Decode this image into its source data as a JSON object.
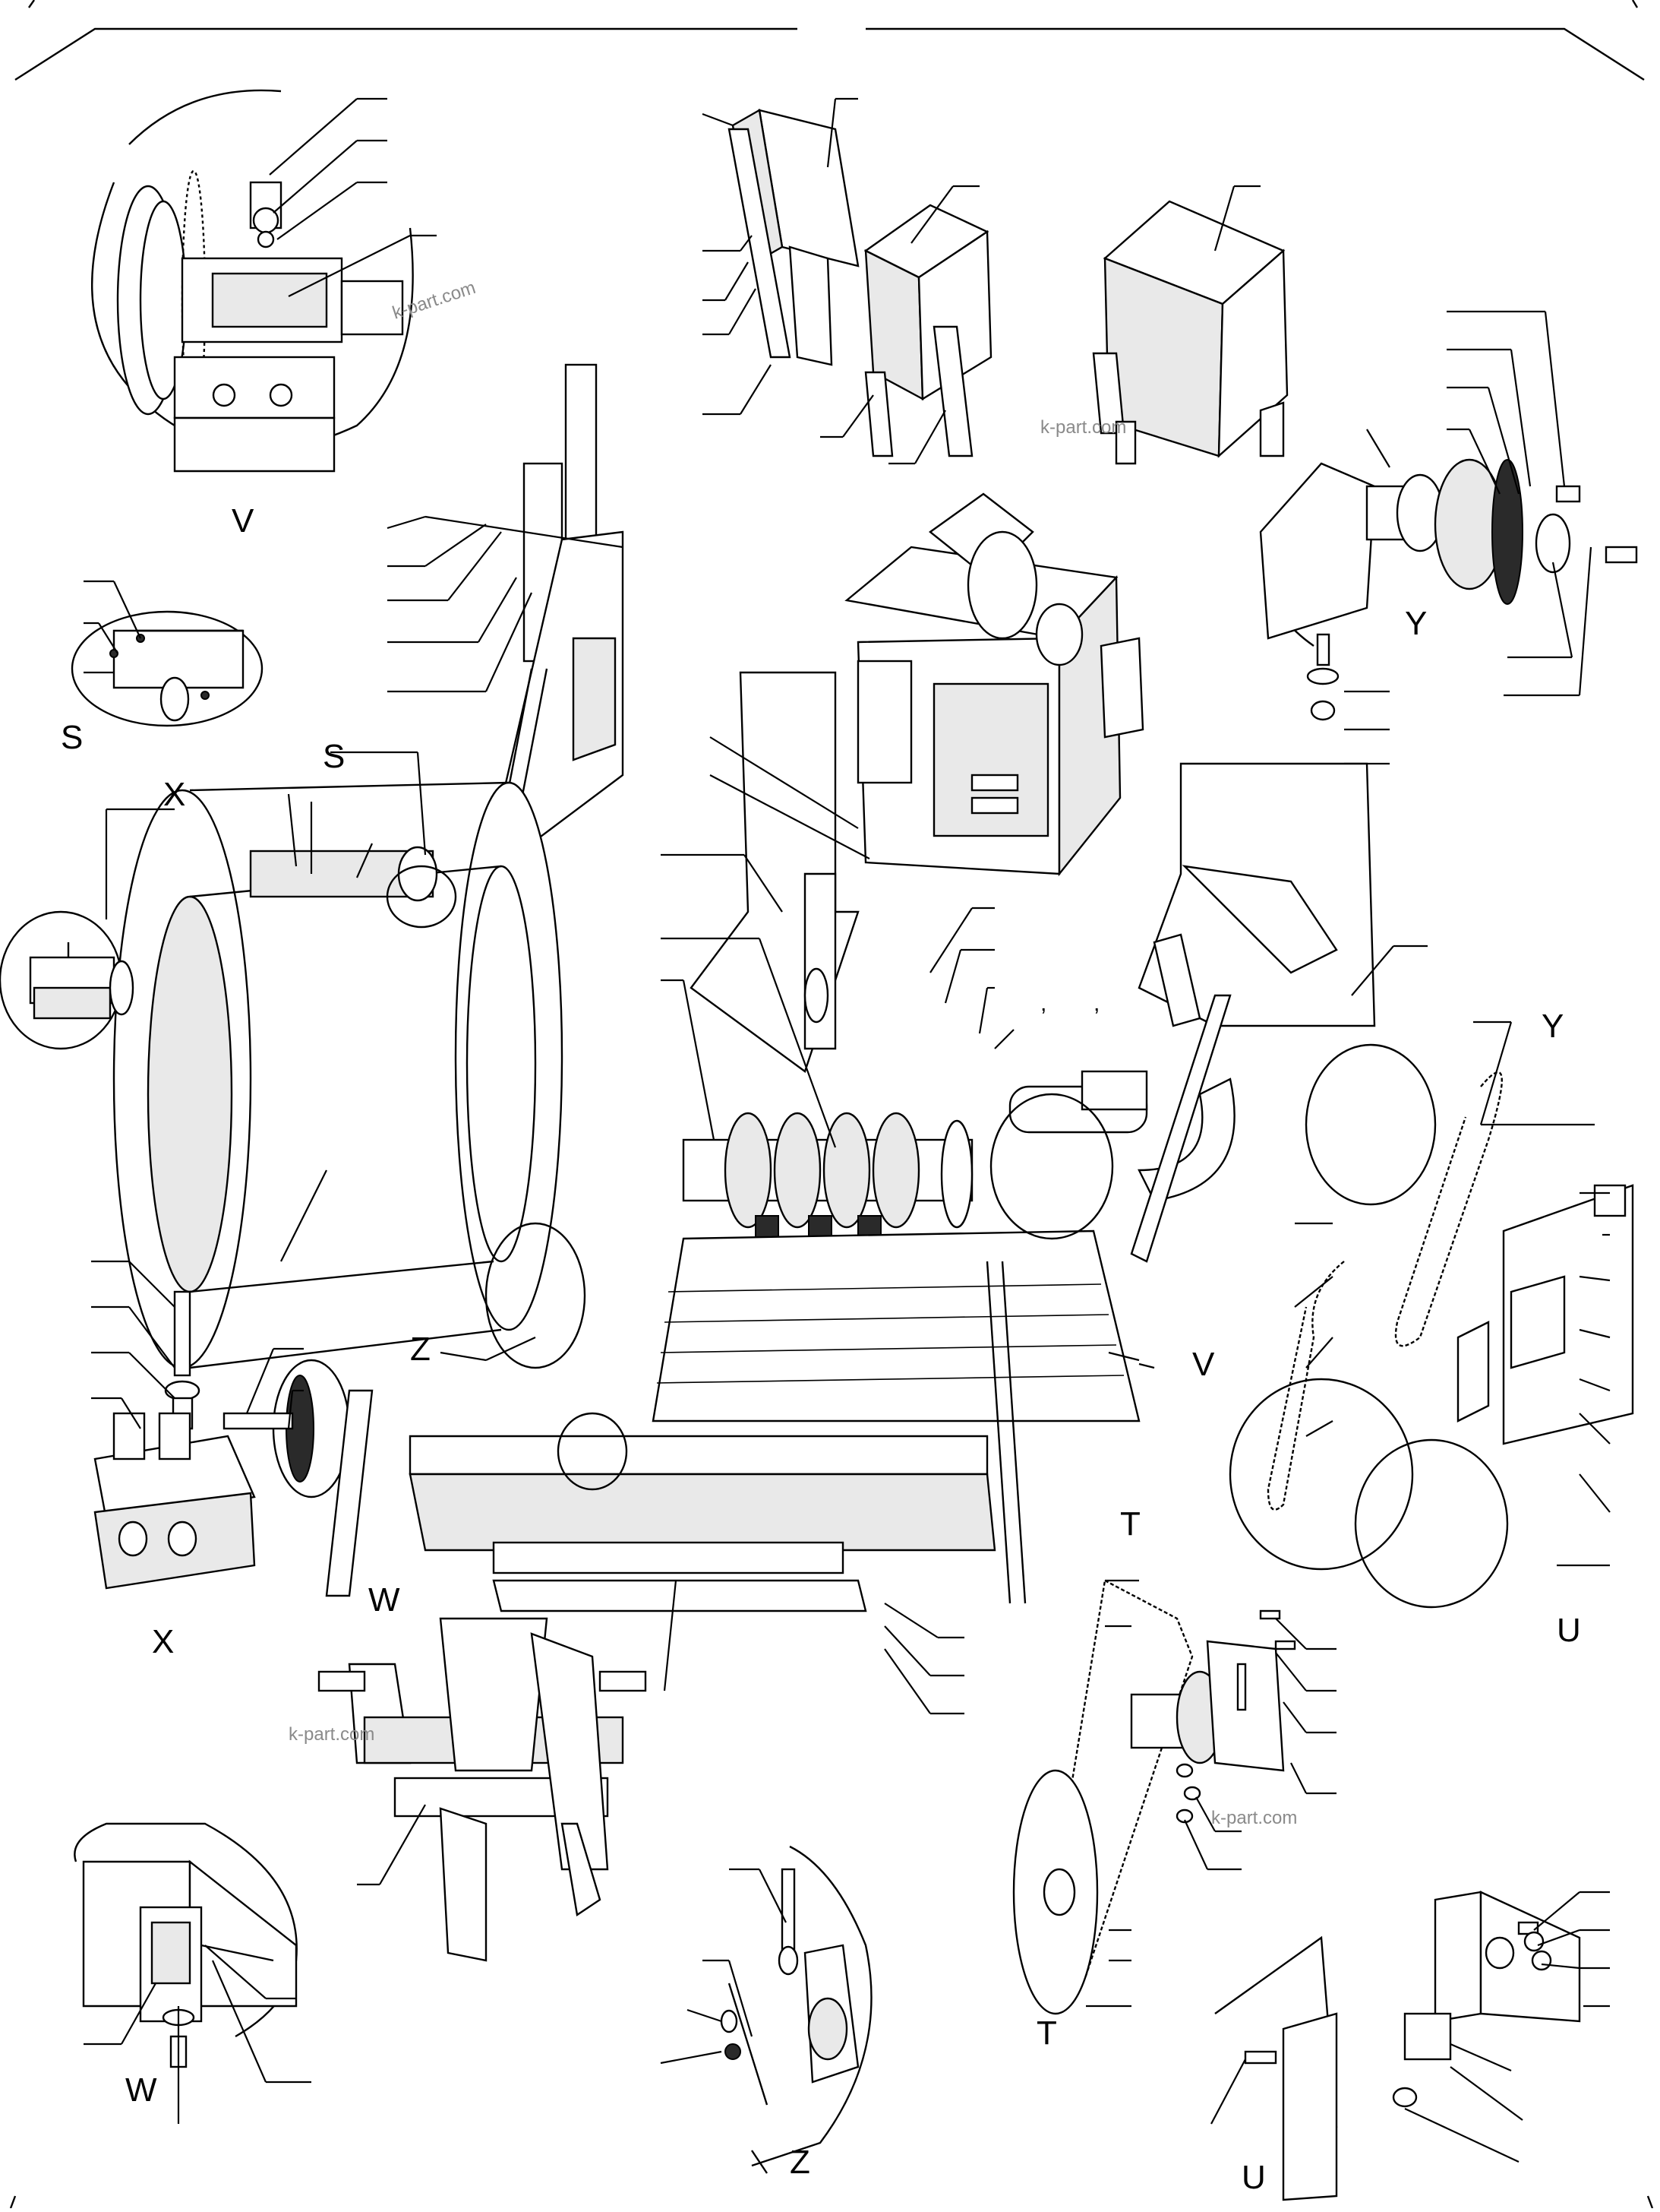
{
  "views": {
    "V_top": "V",
    "V_main": "V",
    "S_detail": "S",
    "S_main": "S",
    "X_main": "X",
    "X_detail": "X",
    "Y_detail": "Y",
    "Y_main": "Y",
    "Z_main": "Z",
    "Z_detail": "Z",
    "W_main": "W",
    "W_detail": "W",
    "T_main": "T",
    "T_detail": "T",
    "U_main": "U",
    "U_detail": "U"
  },
  "watermark": "k-part.com",
  "stray_marks": [
    ",",
    ","
  ]
}
